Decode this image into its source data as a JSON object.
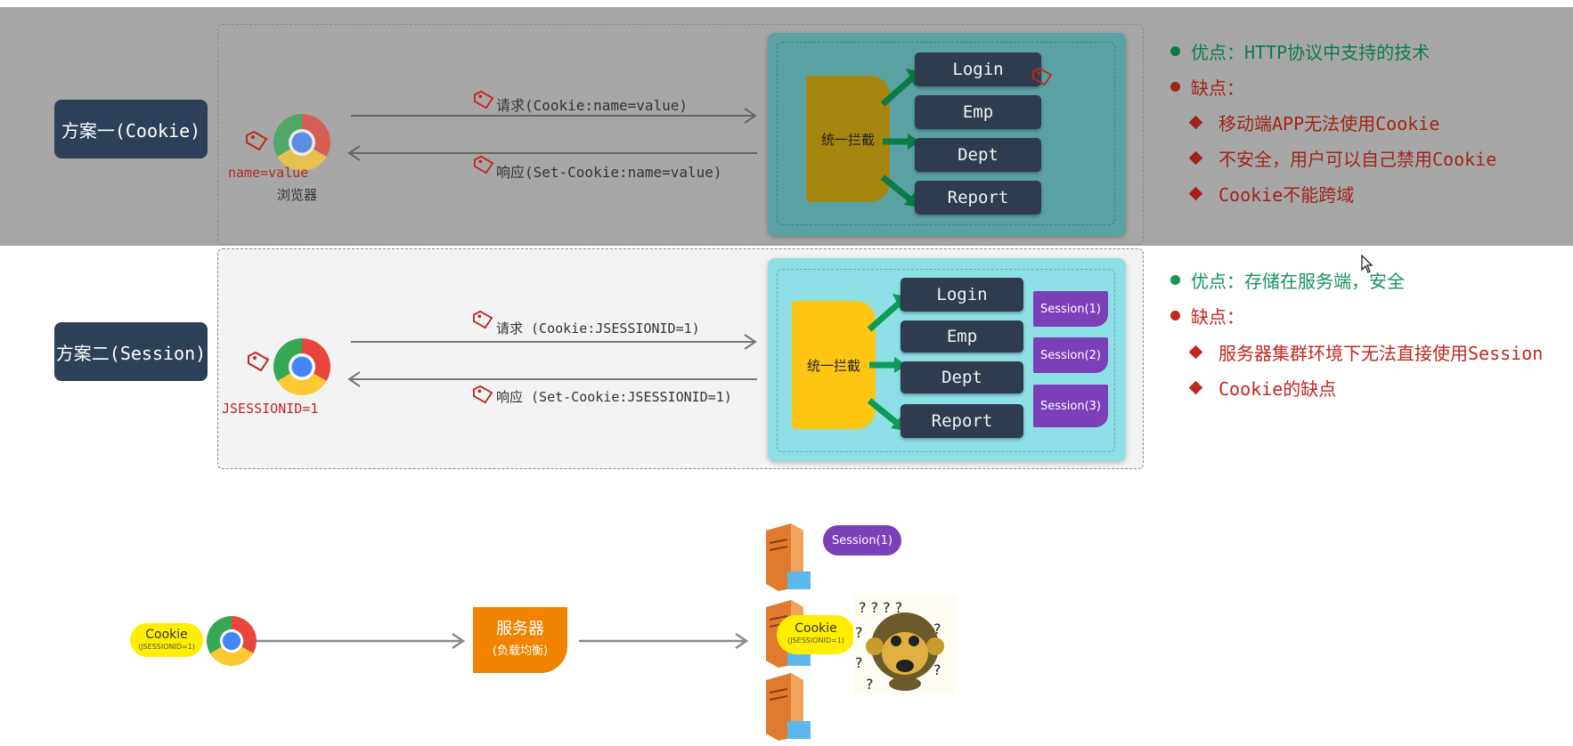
{
  "scheme1": {
    "label": "方案一(Cookie)",
    "request": "请求(Cookie:name=value)",
    "response": "响应(Set-Cookie:name=value)",
    "cookie_value": "name=value",
    "browser_label": "浏览器",
    "interceptor": "统一拦截",
    "endpoints": [
      "Login",
      "Emp",
      "Dept",
      "Report"
    ],
    "pros_prefix": "优点：",
    "pros": "HTTP协议中支持的技术",
    "cons_label": "缺点：",
    "cons": [
      "移动端APP无法使用Cookie",
      "不安全，用户可以自己禁用Cookie",
      "Cookie不能跨域"
    ]
  },
  "scheme2": {
    "label": "方案二(Session)",
    "request": "请求 (Cookie:JSESSIONID=1)",
    "response": "响应 (Set-Cookie:JSESSIONID=1)",
    "cookie_value": "JSESSIONID=1",
    "interceptor": "统一拦截",
    "endpoints": [
      "Login",
      "Emp",
      "Dept",
      "Report"
    ],
    "sessions": [
      "Session(1)",
      "Session(2)",
      "Session(3)"
    ],
    "pros_prefix": "优点：",
    "pros": "存储在服务端，安全",
    "cons_label": "缺点：",
    "cons": [
      "服务器集群环境下无法直接使用Session",
      "Cookie的缺点"
    ]
  },
  "cluster": {
    "cookie_title": "Cookie",
    "cookie_sub": "(JSESSIONID=1)",
    "lb_title": "服务器",
    "lb_sub": "(负载均衡)",
    "session_pill": "Session(1)",
    "cookie2_title": "Cookie",
    "cookie2_sub": "(JSESSIONID=1)"
  },
  "colors": {
    "label_bg": "#2e4058",
    "endpoint_bg": "#2e3c4d",
    "panel_active": "#8fe0e6",
    "panel_dim": "#5aa1a4",
    "interceptor_active": "#fec513",
    "interceptor_dim": "#a7860f",
    "arrow_green": "#0d9a5a",
    "session_purple": "#7b3fb8",
    "text_red": "#c0271f",
    "text_green": "#14935b",
    "lb_orange": "#f08300",
    "cookie_yellow": "#ffee00"
  }
}
